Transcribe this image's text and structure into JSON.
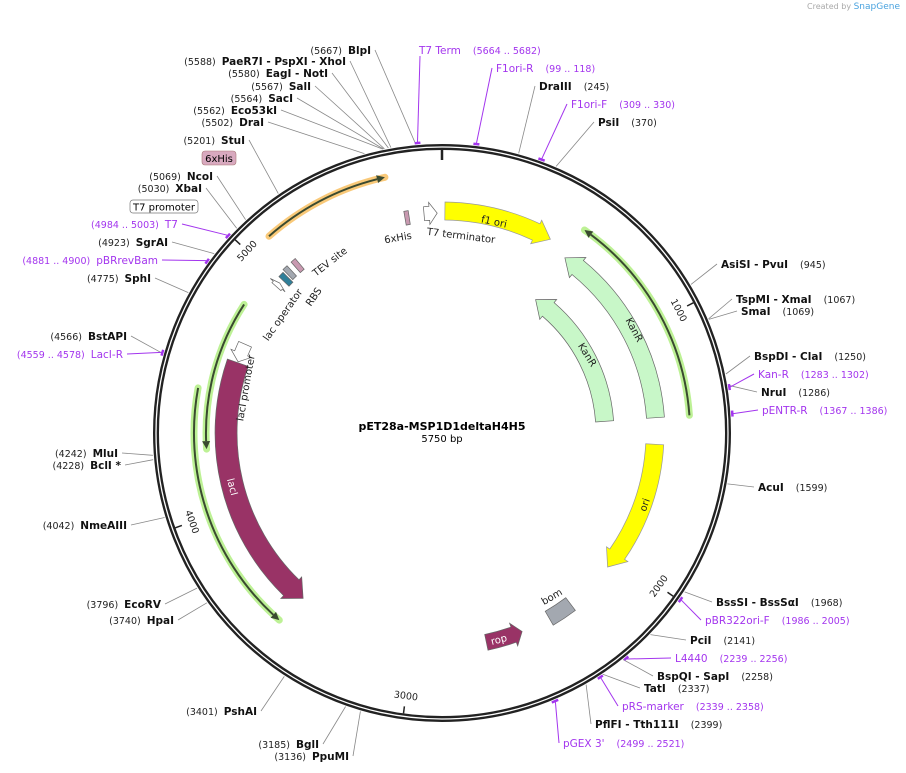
{
  "watermark": {
    "prefix": "Created by",
    "brand": "SnapGene"
  },
  "plasmid": {
    "name": "pET28a-MSP1D1deltaH4H5",
    "length_label": "5750 bp",
    "length": 5750
  },
  "colors": {
    "primer": "#a335ee",
    "backbone": "#222222",
    "orf_glow": "#b6f08a",
    "orf_glow_orange": "#f8c36a"
  },
  "ticks": [
    {
      "pos": 1000,
      "label": "1000"
    },
    {
      "pos": 2000,
      "label": "2000"
    },
    {
      "pos": 3000,
      "label": "3000"
    },
    {
      "pos": 4000,
      "label": "4000"
    },
    {
      "pos": 5000,
      "label": "5000"
    }
  ],
  "sites": [
    {
      "name": "BlpI",
      "pos": 5667,
      "pos_label": "(5667)"
    },
    {
      "name": "PaeR7I   - PspXI   - XhoI",
      "pos": 5588,
      "pos_label": "(5588)"
    },
    {
      "name": "EagI   - NotI",
      "pos": 5580,
      "pos_label": "(5580)"
    },
    {
      "name": "SalI",
      "pos": 5567,
      "pos_label": "(5567)"
    },
    {
      "name": "SacI",
      "pos": 5564,
      "pos_label": "(5564)"
    },
    {
      "name": "Eco53kI",
      "pos": 5562,
      "pos_label": "(5562)"
    },
    {
      "name": "DraI",
      "pos": 5502,
      "pos_label": "(5502)"
    },
    {
      "name": "StuI",
      "pos": 5201,
      "pos_label": "(5201)"
    },
    {
      "name": "NcoI",
      "pos": 5069,
      "pos_label": "(5069)"
    },
    {
      "name": "XbaI",
      "pos": 5030,
      "pos_label": "(5030)"
    },
    {
      "name": "SgrAI",
      "pos": 4923,
      "pos_label": "(4923)"
    },
    {
      "name": "SphI",
      "pos": 4775,
      "pos_label": "(4775)"
    },
    {
      "name": "BstAPI",
      "pos": 4566,
      "pos_label": "(4566)"
    },
    {
      "name": "MluI",
      "pos": 4242,
      "pos_label": "(4242)"
    },
    {
      "name": "BclI *",
      "pos": 4228,
      "pos_label": "(4228)"
    },
    {
      "name": "NmeAIII",
      "pos": 4042,
      "pos_label": "(4042)"
    },
    {
      "name": "EcoRV",
      "pos": 3796,
      "pos_label": "(3796)"
    },
    {
      "name": "HpaI",
      "pos": 3740,
      "pos_label": "(3740)"
    },
    {
      "name": "PshAI",
      "pos": 3401,
      "pos_label": "(3401)"
    },
    {
      "name": "BglI",
      "pos": 3185,
      "pos_label": "(3185)"
    },
    {
      "name": "PpuMI",
      "pos": 3136,
      "pos_label": "(3136)"
    },
    {
      "name": "DraIII",
      "pos": 245,
      "pos_label": "(245)"
    },
    {
      "name": "PsiI",
      "pos": 370,
      "pos_label": "(370)"
    },
    {
      "name": "AsiSI   - PvuI",
      "pos": 945,
      "pos_label": "(945)"
    },
    {
      "name": "TspMI   - XmaI",
      "pos": 1067,
      "pos_label": "(1067)"
    },
    {
      "name": "SmaI",
      "pos": 1069,
      "pos_label": "(1069)"
    },
    {
      "name": "BspDI   - ClaI",
      "pos": 1250,
      "pos_label": "(1250)"
    },
    {
      "name": "NruI",
      "pos": 1286,
      "pos_label": "(1286)"
    },
    {
      "name": "AcuI",
      "pos": 1599,
      "pos_label": "(1599)"
    },
    {
      "name": "BssSI   - BssSαI",
      "pos": 1968,
      "pos_label": "(1968)"
    },
    {
      "name": "PciI",
      "pos": 2141,
      "pos_label": "(2141)"
    },
    {
      "name": "BspQI   - SapI",
      "pos": 2258,
      "pos_label": "(2258)"
    },
    {
      "name": "TatI",
      "pos": 2337,
      "pos_label": "(2337)"
    },
    {
      "name": "PflFI   - Tth111I",
      "pos": 2399,
      "pos_label": "(2399)"
    }
  ],
  "primers": [
    {
      "name": "T7 Term",
      "range": "(5664 .. 5682)",
      "start": 5664,
      "end": 5682
    },
    {
      "name": "F1ori-R",
      "range": "(99 .. 118)",
      "start": 99,
      "end": 118
    },
    {
      "name": "F1ori-F",
      "range": "(309 .. 330)",
      "start": 309,
      "end": 330
    },
    {
      "name": "Kan-R",
      "range": "(1283 .. 1302)",
      "start": 1283,
      "end": 1302
    },
    {
      "name": "pENTR-R",
      "range": "(1367 .. 1386)",
      "start": 1367,
      "end": 1386
    },
    {
      "name": "pBR322ori-F",
      "range": "(1986 .. 2005)",
      "start": 1986,
      "end": 2005
    },
    {
      "name": "L4440",
      "range": "(2239 .. 2256)",
      "start": 2239,
      "end": 2256
    },
    {
      "name": "pRS-marker",
      "range": "(2339 .. 2358)",
      "start": 2339,
      "end": 2358
    },
    {
      "name": "pGEX 3'",
      "range": "(2499 .. 2521)",
      "start": 2499,
      "end": 2521
    },
    {
      "name": "T7",
      "range": "(4984 .. 5003)",
      "start": 4984,
      "end": 5003
    },
    {
      "name": "pBRrevBam",
      "range": "(4881 .. 4900)",
      "start": 4881,
      "end": 4900
    },
    {
      "name": "LacI-R",
      "range": "(4559 .. 4578)",
      "start": 4559,
      "end": 4578
    }
  ],
  "features": [
    {
      "name": "f1 ori",
      "start": 12,
      "end": 467,
      "strand": "+",
      "kind": "arrow",
      "color": "#ffff00"
    },
    {
      "name": "KanR",
      "start": 1372,
      "end": 560,
      "strand": "-",
      "kind": "arrow",
      "color": "#c8f7c8"
    },
    {
      "name": "KanR",
      "start": 1372,
      "end": 560,
      "strand": "-",
      "kind": "arrow",
      "color": "#c8f7c8"
    },
    {
      "name": "",
      "start": 1372,
      "end": 560,
      "strand": "-",
      "kind": "orf",
      "color": "#b6f08a"
    },
    {
      "name": "ori",
      "start": 1486,
      "end": 2060,
      "strand": "+",
      "kind": "arrow",
      "color": "#ffff00"
    },
    {
      "name": "bom",
      "start": 2285,
      "end": 2395,
      "strand": "",
      "kind": "box",
      "color": "#a3a8b0"
    },
    {
      "name": "rop",
      "start": 2684,
      "end": 2524,
      "strand": "-",
      "kind": "arrow",
      "color": "#993366"
    },
    {
      "name": "lacI",
      "start": 4616,
      "end": 3514,
      "strand": "-",
      "kind": "arrow",
      "color": "#993366"
    },
    {
      "name": "lacI promoter",
      "start": 4700,
      "end": 4620,
      "strand": "-",
      "kind": "arrow",
      "color": "#ffffff"
    },
    {
      "name": "",
      "start": 4480,
      "end": 3530,
      "strand": "-",
      "kind": "orf",
      "color": "#b6f08a"
    },
    {
      "name": "",
      "start": 4840,
      "end": 4250,
      "strand": "-",
      "kind": "orf",
      "color": "#b6f08a"
    },
    {
      "name": "",
      "start": 5090,
      "end": 5549,
      "strand": "+",
      "kind": "orf",
      "color": "#f8c36a"
    },
    {
      "name": "lac operator",
      "start": 5012,
      "end": 5036,
      "strand": "",
      "kind": "box",
      "color": "#2f7f99"
    },
    {
      "name": "RBS",
      "start": 5044,
      "end": 5066,
      "strand": "",
      "kind": "box",
      "color": "#a3a8b0"
    },
    {
      "name": "TEV site",
      "start": 5088,
      "end": 5110,
      "strand": "",
      "kind": "box",
      "color": "#c899b0"
    },
    {
      "name": "6xHis",
      "start": 5594,
      "end": 5612,
      "strand": "",
      "kind": "box",
      "color": "#c899b0"
    },
    {
      "name": "T7 terminator",
      "start": 5675,
      "end": 5730,
      "strand": "+",
      "kind": "arrow",
      "color": "#ffffff"
    },
    {
      "name": "",
      "start": 4975,
      "end": 4995,
      "strand": "+",
      "kind": "arrow",
      "color": "#ffffff"
    }
  ],
  "outer_labels": [
    {
      "text": "6xHis",
      "fill": "#d8a9bf"
    },
    {
      "text": "T7 promoter",
      "fill": "#ffffff"
    }
  ]
}
